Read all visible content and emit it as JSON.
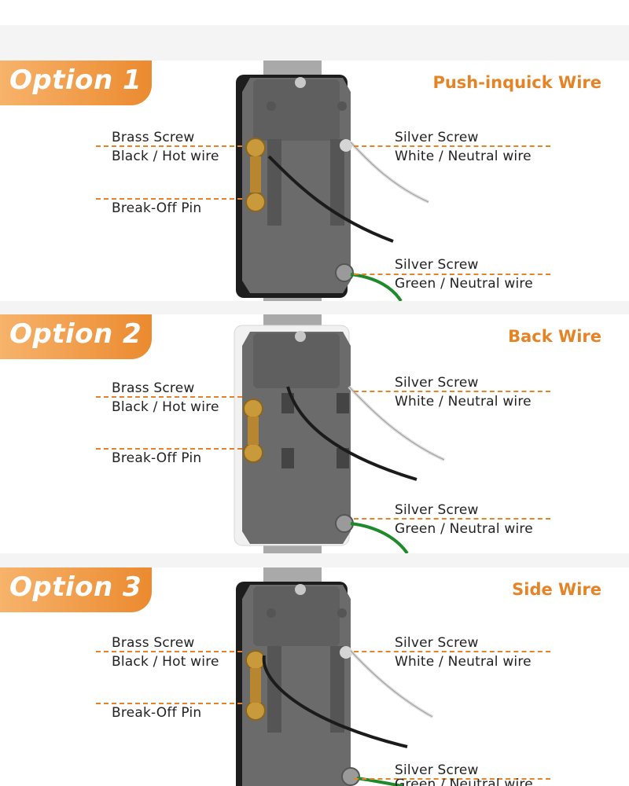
{
  "options": [
    {
      "tag": "Option 1",
      "method": "Push-inquick Wire",
      "left_labels": {
        "brass_screw": "Brass Screw",
        "hot_wire": "Black / Hot wire",
        "break_off": "Break-Off Pin"
      },
      "right_labels": {
        "silver_screw": "Silver Screw",
        "neutral_wire": "White / Neutral wire",
        "ground_screw": "Silver Screw",
        "ground_wire": "Green / Neutral wire"
      }
    },
    {
      "tag": "Option 2",
      "method": "Back Wire",
      "left_labels": {
        "brass_screw": "Brass Screw",
        "hot_wire": "Black / Hot wire",
        "break_off": "Break-Off Pin"
      },
      "right_labels": {
        "silver_screw": "Silver Screw",
        "neutral_wire": "White / Neutral wire",
        "ground_screw": "Silver Screw",
        "ground_wire": "Green / Neutral wire"
      }
    },
    {
      "tag": "Option 3",
      "method": "Side Wire",
      "left_labels": {
        "brass_screw": "Brass Screw",
        "hot_wire": "Black / Hot wire",
        "break_off": "Break-Off Pin"
      },
      "right_labels": {
        "silver_screw": "Silver Screw",
        "neutral_wire": "White / Neutral wire",
        "ground_screw": "Silver Screw",
        "ground_wire": "Green / Neutral wire"
      }
    }
  ],
  "colors": {
    "accent": "#e48427",
    "tag_start": "#f7b36b",
    "tag_end": "#eb8a2f",
    "device_body": "#6a6a6a",
    "brass": "#c99a3b"
  }
}
